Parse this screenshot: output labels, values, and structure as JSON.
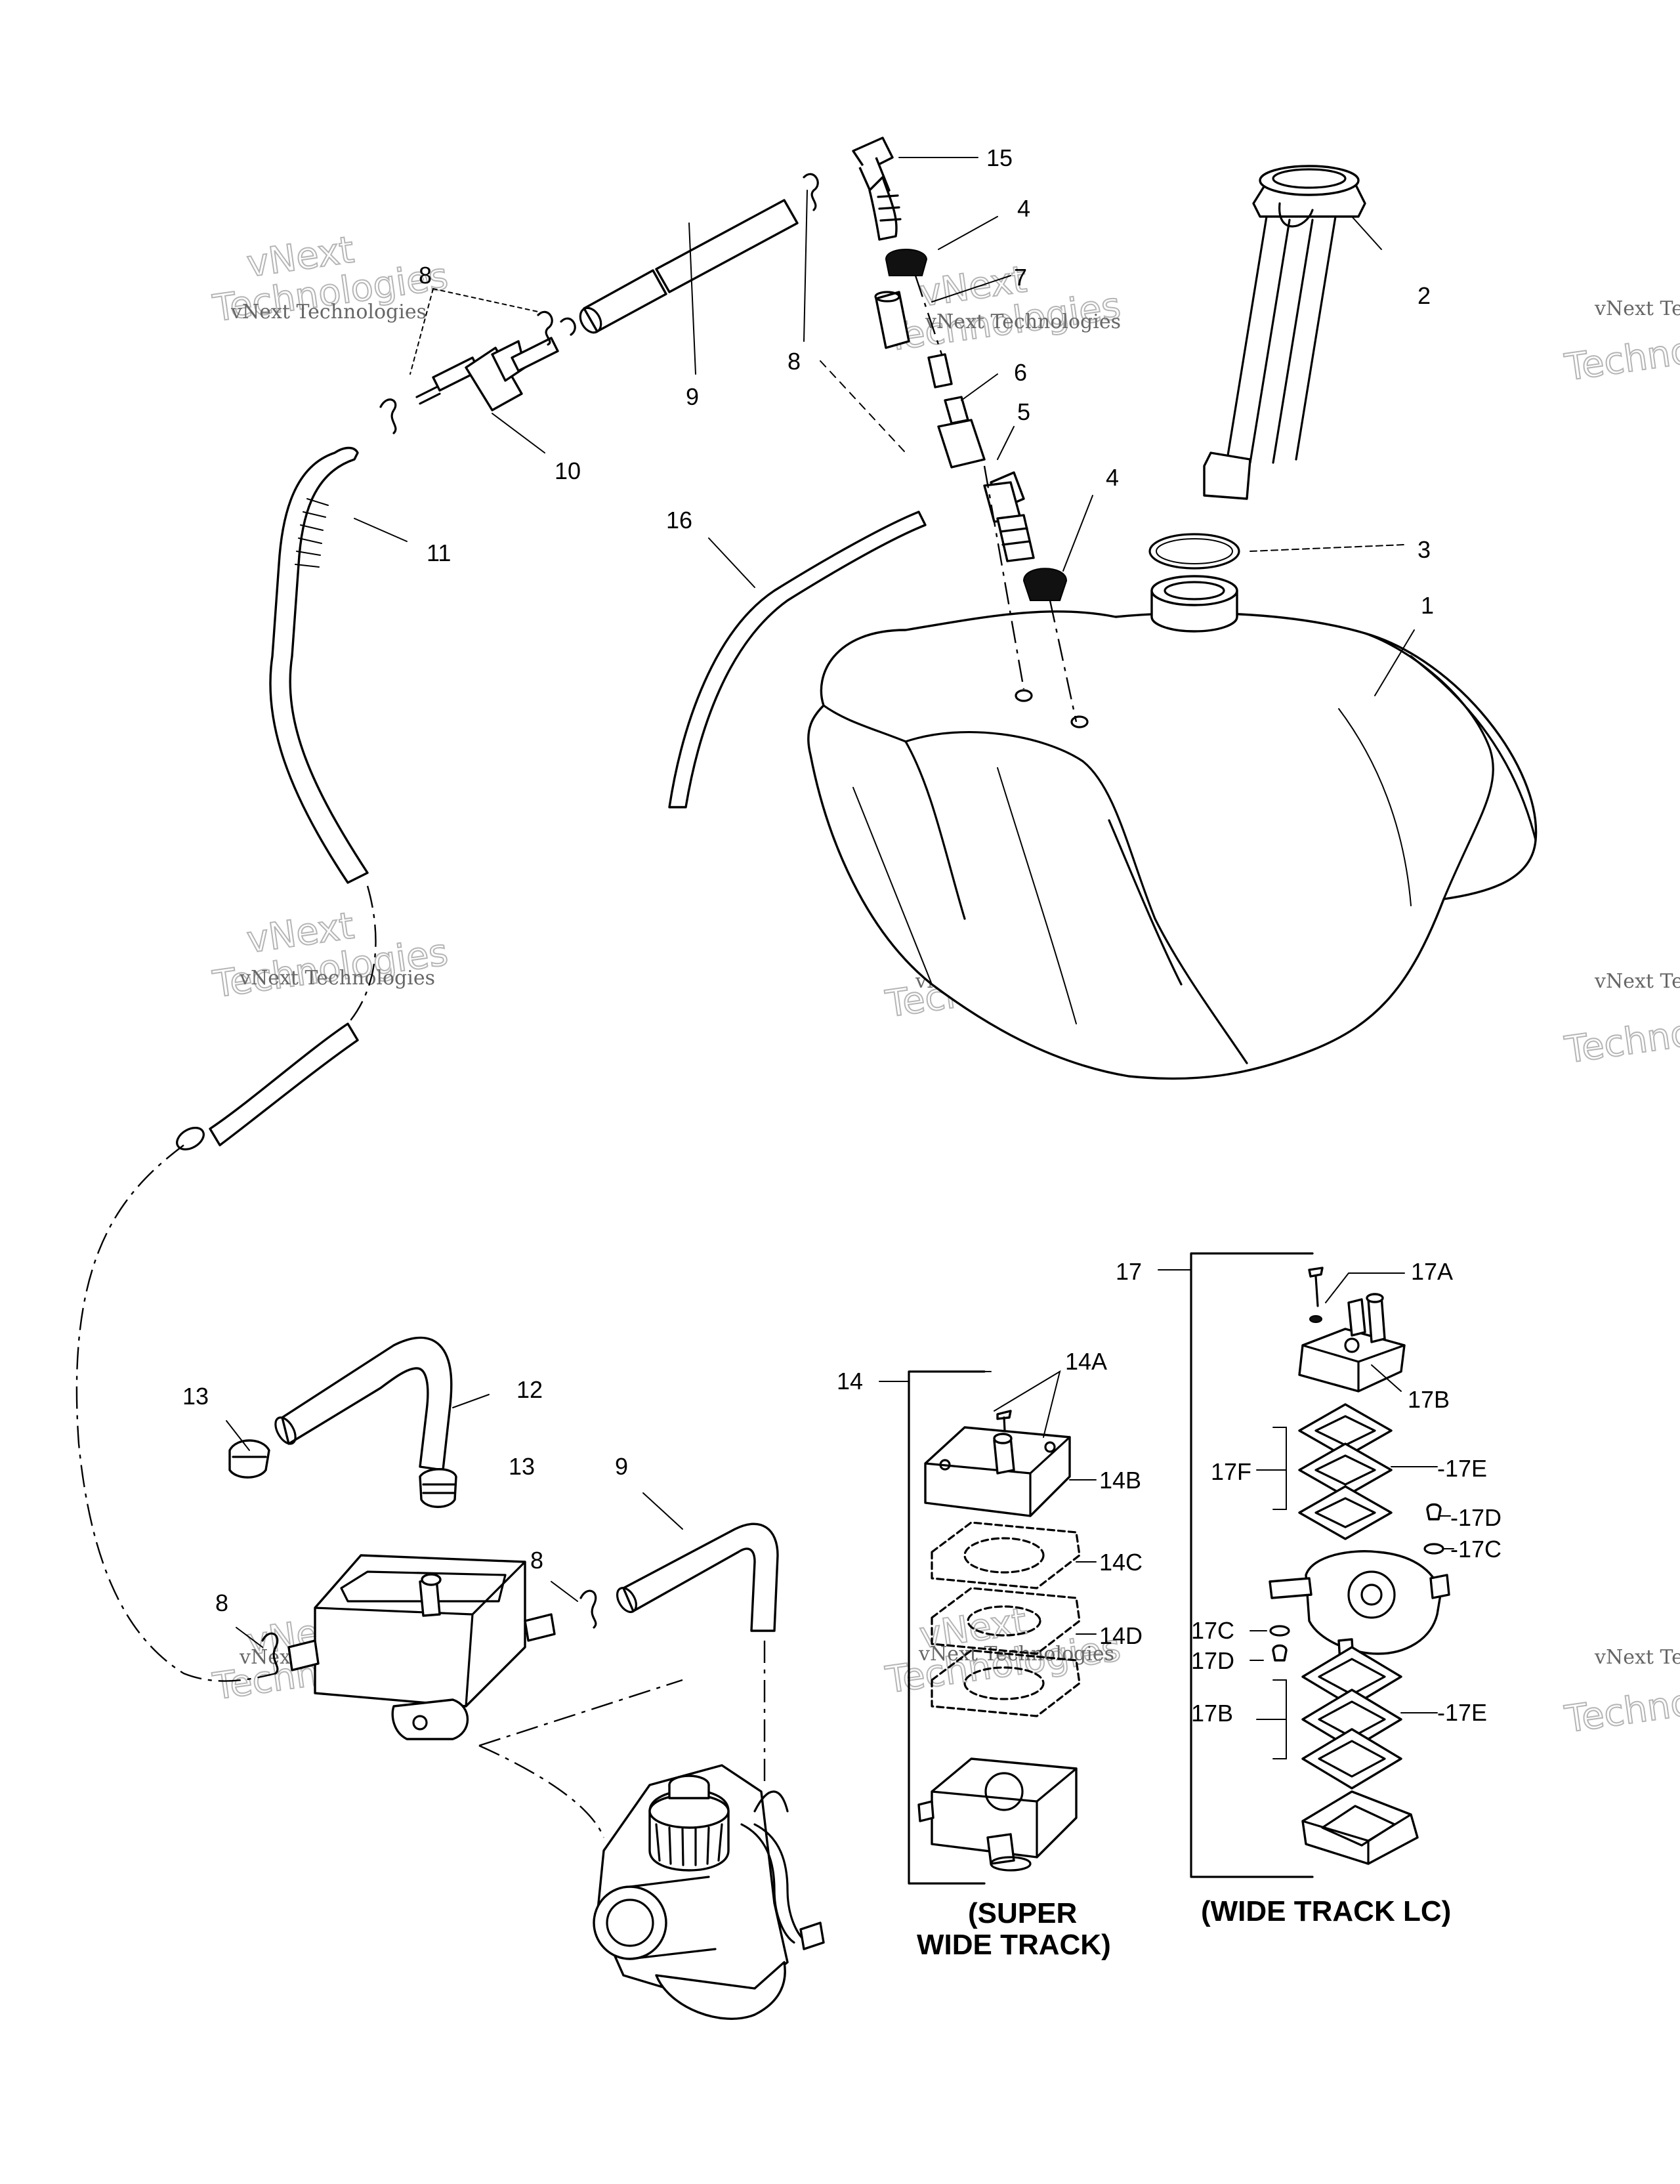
{
  "callouts": {
    "c1": "1",
    "c2": "2",
    "c3": "3",
    "c4a": "4",
    "c4b": "4",
    "c5": "5",
    "c6": "6",
    "c7": "7",
    "c8a": "8",
    "c8b": "8",
    "c8c": "8",
    "c8d": "8",
    "c9a": "9",
    "c9b": "9",
    "c10": "10",
    "c11": "11",
    "c12": "12",
    "c13a": "13",
    "c13b": "13",
    "c14": "14",
    "c14a": "14A",
    "c14b": "14B",
    "c14c": "14C",
    "c14d": "14D",
    "c15": "15",
    "c16": "16",
    "c17": "17",
    "c17a": "17A",
    "c17b1": "17B",
    "c17b2": "17B",
    "c17c1": "-17C",
    "c17c2": "17C",
    "c17d1": "-17D",
    "c17d2": "17D",
    "c17e1": "-17E",
    "c17e2": "-17E",
    "c17f": "17F"
  },
  "captions": {
    "super_line1": "(SUPER",
    "super_line2": "WIDE TRACK)",
    "widelc": "(WIDE TRACK LC)"
  },
  "watermark": {
    "small": "vNext Technologies",
    "big1": "vNext",
    "big2": "Technologies"
  }
}
